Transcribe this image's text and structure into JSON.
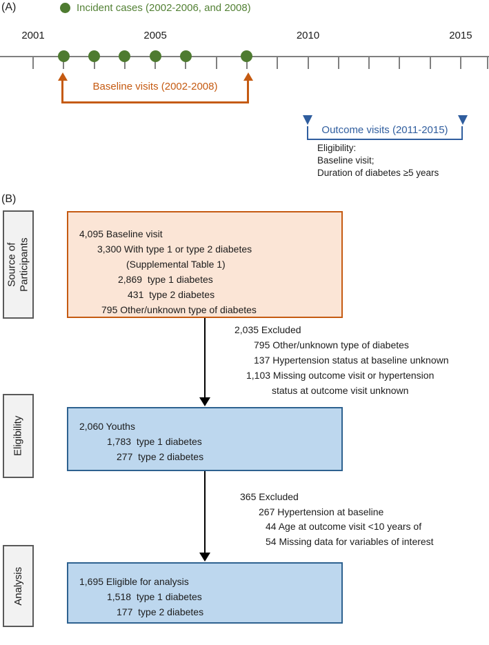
{
  "colors": {
    "green": "#4e7b30",
    "green_text": "#538135",
    "orange": "#c55a11",
    "orange_fill": "#fbe5d6",
    "blue": "#2f5d9e",
    "blue_box_border": "#2d618f",
    "blue_fill": "#bdd7ee",
    "sidebar_fill": "#f2f2f2",
    "sidebar_border": "#595959",
    "timeline_gray": "#7f7f7f"
  },
  "panel_a": {
    "label": "(A)",
    "legend": {
      "text": "Incident cases (2002-2006, and 2008)"
    },
    "timeline": {
      "year_labels": [
        {
          "year": 2001,
          "label": "2001"
        },
        {
          "year": 2005,
          "label": "2005"
        },
        {
          "year": 2010,
          "label": "2010"
        },
        {
          "year": 2015,
          "label": "2015"
        }
      ],
      "tick_years": [
        2001,
        2002,
        2003,
        2004,
        2005,
        2006,
        2007,
        2008,
        2009,
        2010,
        2011,
        2012,
        2013,
        2014,
        2015
      ],
      "dot_years": [
        2002,
        2003,
        2004,
        2005,
        2006,
        2008
      ]
    },
    "baseline_bracket": {
      "label": "Baseline visits (2002-2008)"
    },
    "outcome_bracket": {
      "label": "Outcome visits (2011-2015)"
    },
    "eligibility_note": {
      "lines": [
        "Eligibility:",
        "Baseline visit;",
        "Duration of diabetes ≥5 years"
      ]
    }
  },
  "panel_b": {
    "label": "(B)",
    "stages": [
      {
        "sidebar_lines": [
          "Source of",
          "Participants"
        ],
        "box_lines": [
          "4,095 Baseline visit",
          "3,300 With type 1 or type 2 diabetes",
          "(Supplemental Table 1)",
          "2,869  type 1 diabetes",
          "431  type 2 diabetes",
          "795 Other/unknown type of diabetes"
        ]
      },
      {
        "sidebar_lines": [
          "Eligibility"
        ],
        "box_lines": [
          "2,060 Youths",
          "1,783  type 1 diabetes",
          "277  type 2 diabetes"
        ]
      },
      {
        "sidebar_lines": [
          "Analysis"
        ],
        "box_lines": [
          "1,695 Eligible for analysis",
          "1,518  type 1 diabetes",
          "177  type 2 diabetes"
        ]
      }
    ],
    "exclusions": [
      {
        "lines": [
          "2,035 Excluded",
          "795 Other/unknown type of diabetes",
          "137 Hypertension status at baseline unknown",
          "1,103 Missing outcome visit or hypertension",
          "status at outcome visit unknown"
        ]
      },
      {
        "lines": [
          "365 Excluded",
          "267 Hypertension at baseline",
          "44 Age at outcome visit <10 years of",
          "54 Missing data for variables of interest"
        ]
      }
    ]
  }
}
